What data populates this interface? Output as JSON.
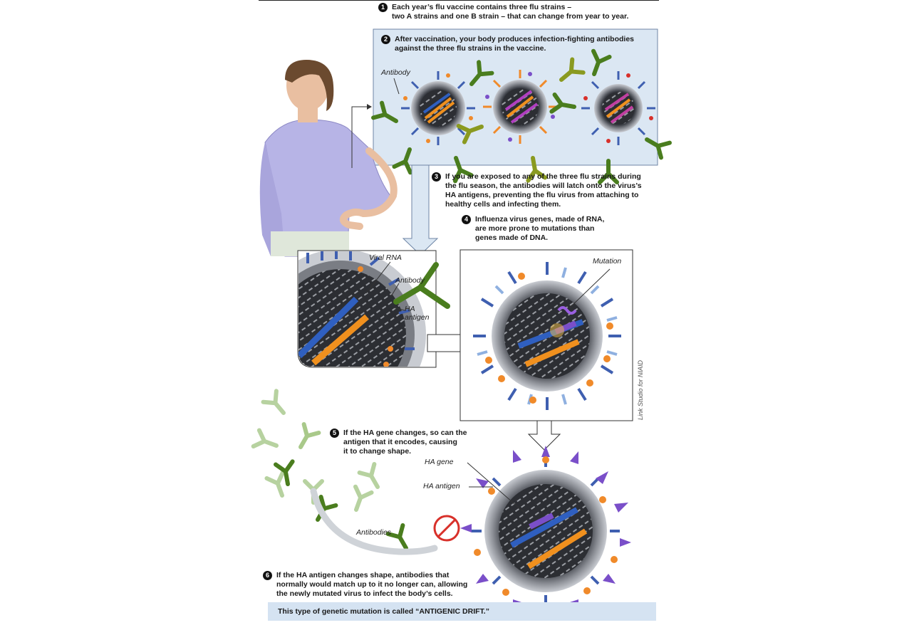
{
  "steps": {
    "s1": {
      "num": "1",
      "text": "Each year’s flu vaccine contains three flu strains –\ntwo A strains and one B strain – that can change from year to year."
    },
    "s2": {
      "num": "2",
      "text": "After vaccination, your body produces infection-fighting antibodies\nagainst the three flu strains in the vaccine."
    },
    "s3": {
      "num": "3",
      "text": "If you are exposed to any of the three flu strains during\nthe flu season, the antibodies will latch onto the virus’s\nHA antigens, preventing the flu virus from attaching to\nhealthy cells and infecting them."
    },
    "s4": {
      "num": "4",
      "text": "Influenza virus genes, made of RNA,\nare more prone to mutations than\ngenes made of DNA."
    },
    "s5": {
      "num": "5",
      "text": "If the HA gene changes, so can the\nantigen that it encodes, causing\nit to change shape."
    },
    "s6": {
      "num": "6",
      "text": "If the HA antigen changes shape, antibodies that\nnormally would match up to it no longer can, allowing\nthe newly mutated virus to infect the body’s cells."
    }
  },
  "labels": {
    "antibody_top": "Antibody",
    "viral_rna": "Viral RNA",
    "antibody_mid": "Antibody",
    "ha_antigen_mid": "HA\nantigen",
    "mutation": "Mutation",
    "ha_gene": "HA gene",
    "ha_antigen_bottom": "HA antigen",
    "antibodies": "Antibodies"
  },
  "footer": "This type of genetic mutation is called “ANTIGENIC DRIFT.”",
  "credit": "Link Studio for NIAID",
  "colors": {
    "panel_blue": "#dbe7f3",
    "antibody_green": "#4a7d1e",
    "antibody_light": "#a9c98a",
    "spike_blue": "#3f5fb0",
    "spike_light_blue": "#8fb0e0",
    "spike_orange": "#f08a2a",
    "mutant_purple": "#7a4fc9",
    "rna_blue": "#2f5fc0",
    "rna_orange": "#f0901e",
    "block_red": "#d8302a"
  }
}
